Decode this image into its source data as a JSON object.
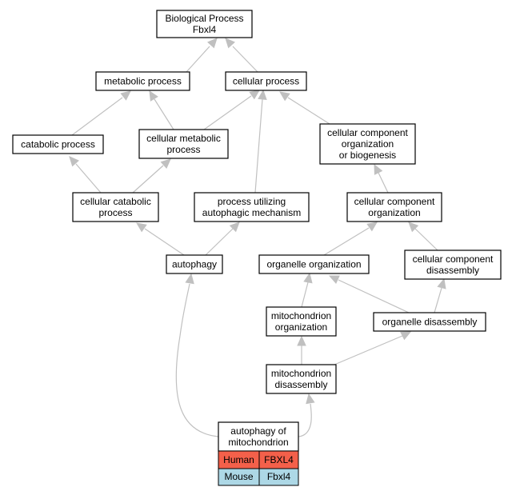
{
  "nodes": {
    "root": [
      "Biological Process",
      "Fbxl4"
    ],
    "metabolic": [
      "metabolic process"
    ],
    "cellular": [
      "cellular process"
    ],
    "catabolic": [
      "catabolic process"
    ],
    "cell_metabolic": [
      "cellular metabolic",
      "process"
    ],
    "ccob": [
      "cellular component",
      "organization",
      "or biogenesis"
    ],
    "cell_catabolic": [
      "cellular catabolic",
      "process"
    ],
    "autophagic_mech": [
      "process utilizing",
      "autophagic mechanism"
    ],
    "cco": [
      "cellular component",
      "organization"
    ],
    "autophagy": [
      "autophagy"
    ],
    "organelle_org": [
      "organelle organization"
    ],
    "ccd": [
      "cellular component",
      "disassembly"
    ],
    "mito_org": [
      "mitochondrion",
      "organization"
    ],
    "organelle_dis": [
      "organelle disassembly"
    ],
    "mito_dis": [
      "mitochondrion",
      "disassembly"
    ],
    "mitophagy": [
      "autophagy of",
      "mitochondrion"
    ]
  },
  "legend": {
    "human_label": "Human",
    "human_gene": "FBXL4",
    "mouse_label": "Mouse",
    "mouse_gene": "Fbxl4",
    "human_color": "#f4604a",
    "mouse_color": "#add8e6"
  }
}
